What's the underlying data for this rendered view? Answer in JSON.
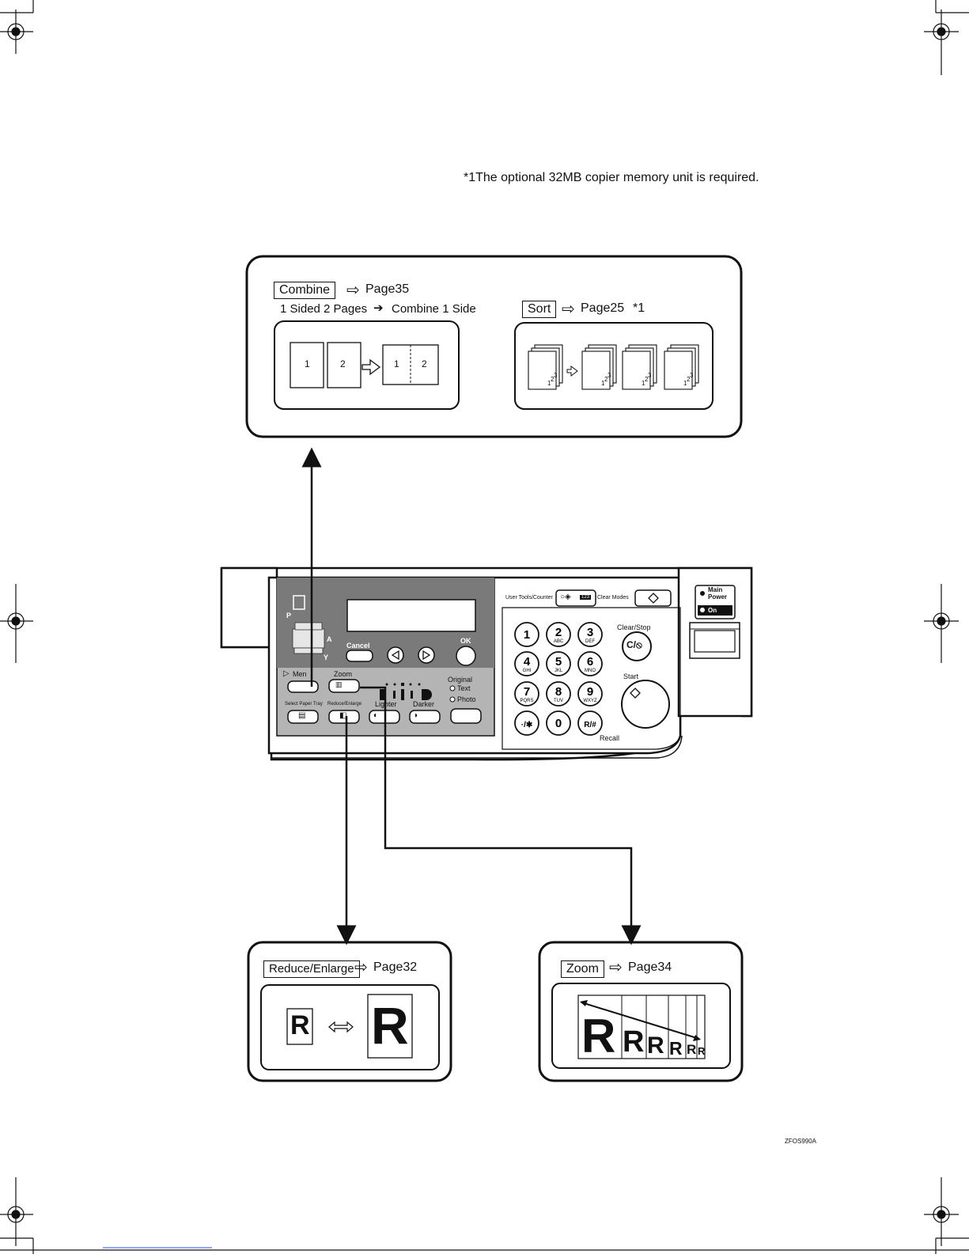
{
  "footnote": "*1The optional 32MB copier memory unit is required.",
  "figure_id": "ZFOS990A",
  "combine": {
    "label": "Combine",
    "page": "Page35",
    "subtitle_left": "1 Sided 2 Pages",
    "subtitle_right": "Combine 1 Side",
    "page1": "1",
    "page2": "2"
  },
  "sort": {
    "label": "Sort",
    "page": "Page25",
    "note": "*1",
    "digits": [
      "1",
      "2",
      "3"
    ]
  },
  "reduce": {
    "label": "Reduce/Enlarge",
    "page": "Page32",
    "glyph": "R"
  },
  "zoom_box": {
    "label": "Zoom",
    "page": "Page34",
    "glyph": "R"
  },
  "panel": {
    "cancel": "Cancel",
    "ok": "OK",
    "menu": "Men",
    "zoom": "Zoom",
    "original": "Original",
    "text": "Text",
    "photo": "Photo",
    "lighter": "Lighter",
    "darker": "Darker",
    "select_paper_tray": "Select Paper Tray",
    "reduce_enlarge": "Reduce/Enlarge",
    "user_tools": "User Tools/Counter",
    "clear_modes": "Clear Modes",
    "counter_badge": "123",
    "main_power_1": "Main",
    "main_power_2": "Power",
    "on": "On",
    "clear_stop": "Clear/Stop",
    "clear_stop_key": "C/⦸",
    "start": "Start",
    "recall": "Recall",
    "side_letters": [
      "P",
      "A",
      "Y"
    ],
    "keys": [
      {
        "num": "1",
        "sub": ""
      },
      {
        "num": "2",
        "sub": "ABC"
      },
      {
        "num": "3",
        "sub": "DEF"
      },
      {
        "num": "4",
        "sub": "GHI"
      },
      {
        "num": "5",
        "sub": "JKL"
      },
      {
        "num": "6",
        "sub": "MNO"
      },
      {
        "num": "7",
        "sub": "PQRS"
      },
      {
        "num": "8",
        "sub": "TUV"
      },
      {
        "num": "9",
        "sub": "WXYZ"
      },
      {
        "num": "·/✱",
        "sub": ""
      },
      {
        "num": "0",
        "sub": ""
      },
      {
        "num": "R/#",
        "sub": ""
      }
    ]
  }
}
